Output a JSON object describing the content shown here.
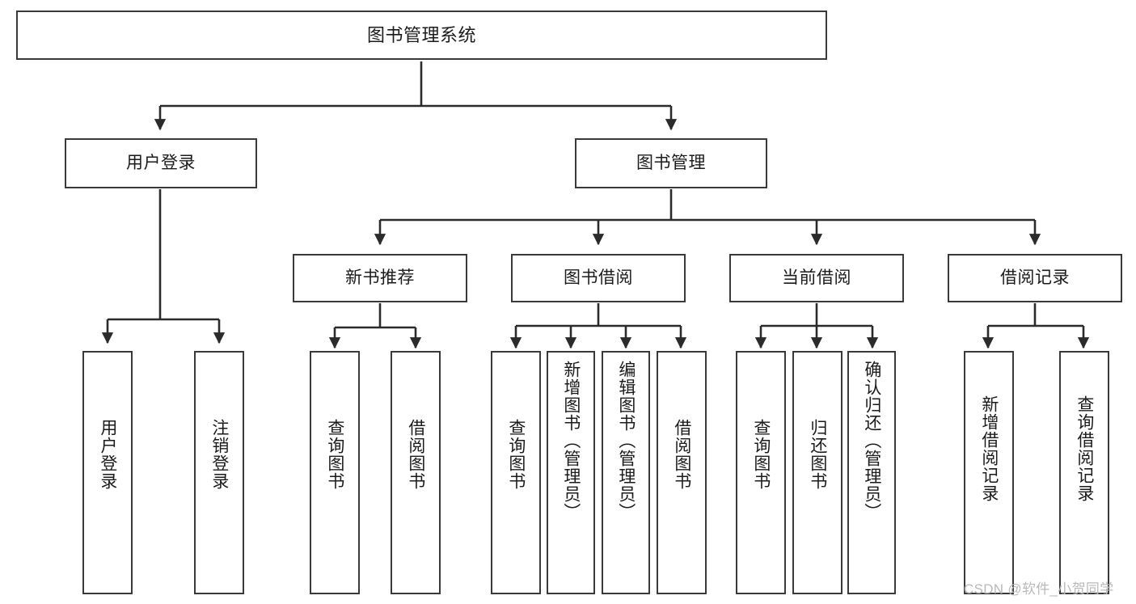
{
  "diagram": {
    "type": "tree-structure-chart",
    "title": "图书管理系统",
    "watermark": "CSDN @软件_小贺同学",
    "colors": {
      "box_border": "#3a3a3a",
      "box_fill": "#ffffff",
      "edge": "#2b2b2b",
      "text": "#1b1b1b",
      "watermark": "#b9b9b9",
      "background": "#ffffff"
    },
    "nodes": {
      "root": {
        "label": "图书管理系统"
      },
      "level2": [
        {
          "id": "user-login",
          "label": "用户登录"
        },
        {
          "id": "book-manage",
          "label": "图书管理"
        }
      ],
      "level3": [
        {
          "id": "new-book-recommend",
          "label": "新书推荐"
        },
        {
          "id": "book-borrow",
          "label": "图书借阅"
        },
        {
          "id": "current-borrow",
          "label": "当前借阅"
        },
        {
          "id": "borrow-record",
          "label": "借阅记录"
        }
      ],
      "leaves": {
        "user_login": [
          {
            "id": "leaf-user-login",
            "label": "用户登录"
          },
          {
            "id": "leaf-logout-login",
            "label": "注销登录"
          }
        ],
        "new_book_recommend": [
          {
            "id": "leaf-query-book-1",
            "label": "查询图书"
          },
          {
            "id": "leaf-borrow-book-1",
            "label": "借阅图书"
          }
        ],
        "book_borrow": [
          {
            "id": "leaf-query-book-2",
            "label": "查询图书"
          },
          {
            "id": "leaf-add-book",
            "label": "新增图书（管理员）"
          },
          {
            "id": "leaf-edit-book",
            "label": "编辑图书（管理员）"
          },
          {
            "id": "leaf-borrow-book-2",
            "label": "借阅图书"
          }
        ],
        "current_borrow": [
          {
            "id": "leaf-query-book-3",
            "label": "查询图书"
          },
          {
            "id": "leaf-return-book",
            "label": "归还图书"
          },
          {
            "id": "leaf-confirm-return",
            "label": "确认归还（管理员）"
          }
        ],
        "borrow_record": [
          {
            "id": "leaf-add-record",
            "label": "新增借阅记录"
          },
          {
            "id": "leaf-query-record",
            "label": "查询借阅记录"
          }
        ]
      }
    }
  }
}
